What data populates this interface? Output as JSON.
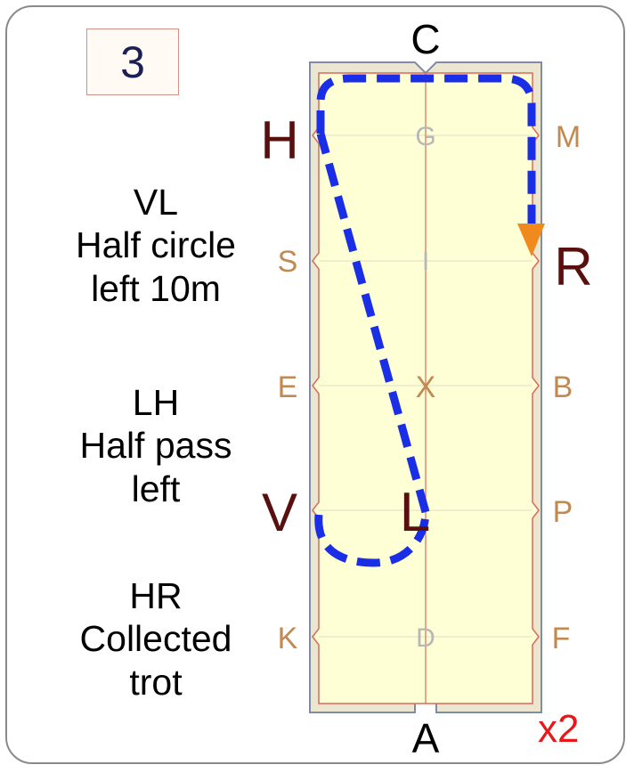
{
  "figure_number": "3",
  "steps": [
    {
      "lines": [
        "VL",
        "Half circle",
        "left 10m"
      ]
    },
    {
      "lines": [
        "LH",
        "Half pass",
        "left"
      ]
    },
    {
      "lines": [
        "HR",
        "Collected",
        "trot"
      ]
    }
  ],
  "arena": {
    "letters": {
      "C": "C",
      "A": "A",
      "H": "H",
      "S": "S",
      "E": "E",
      "V": "V",
      "K": "K",
      "M": "M",
      "R": "R",
      "B": "B",
      "P": "P",
      "F": "F",
      "G": "G",
      "I": "I",
      "X": "X",
      "L": "L",
      "D": "D"
    }
  },
  "repeat_label": "x2",
  "colors": {
    "arena_fill": "#ffffd6",
    "arena_border": "#7d8da8",
    "path": "#1a2ee6",
    "arrow": "#f08a1c",
    "big_letter": "#5a0f0f",
    "side_letter": "#c08a52"
  }
}
